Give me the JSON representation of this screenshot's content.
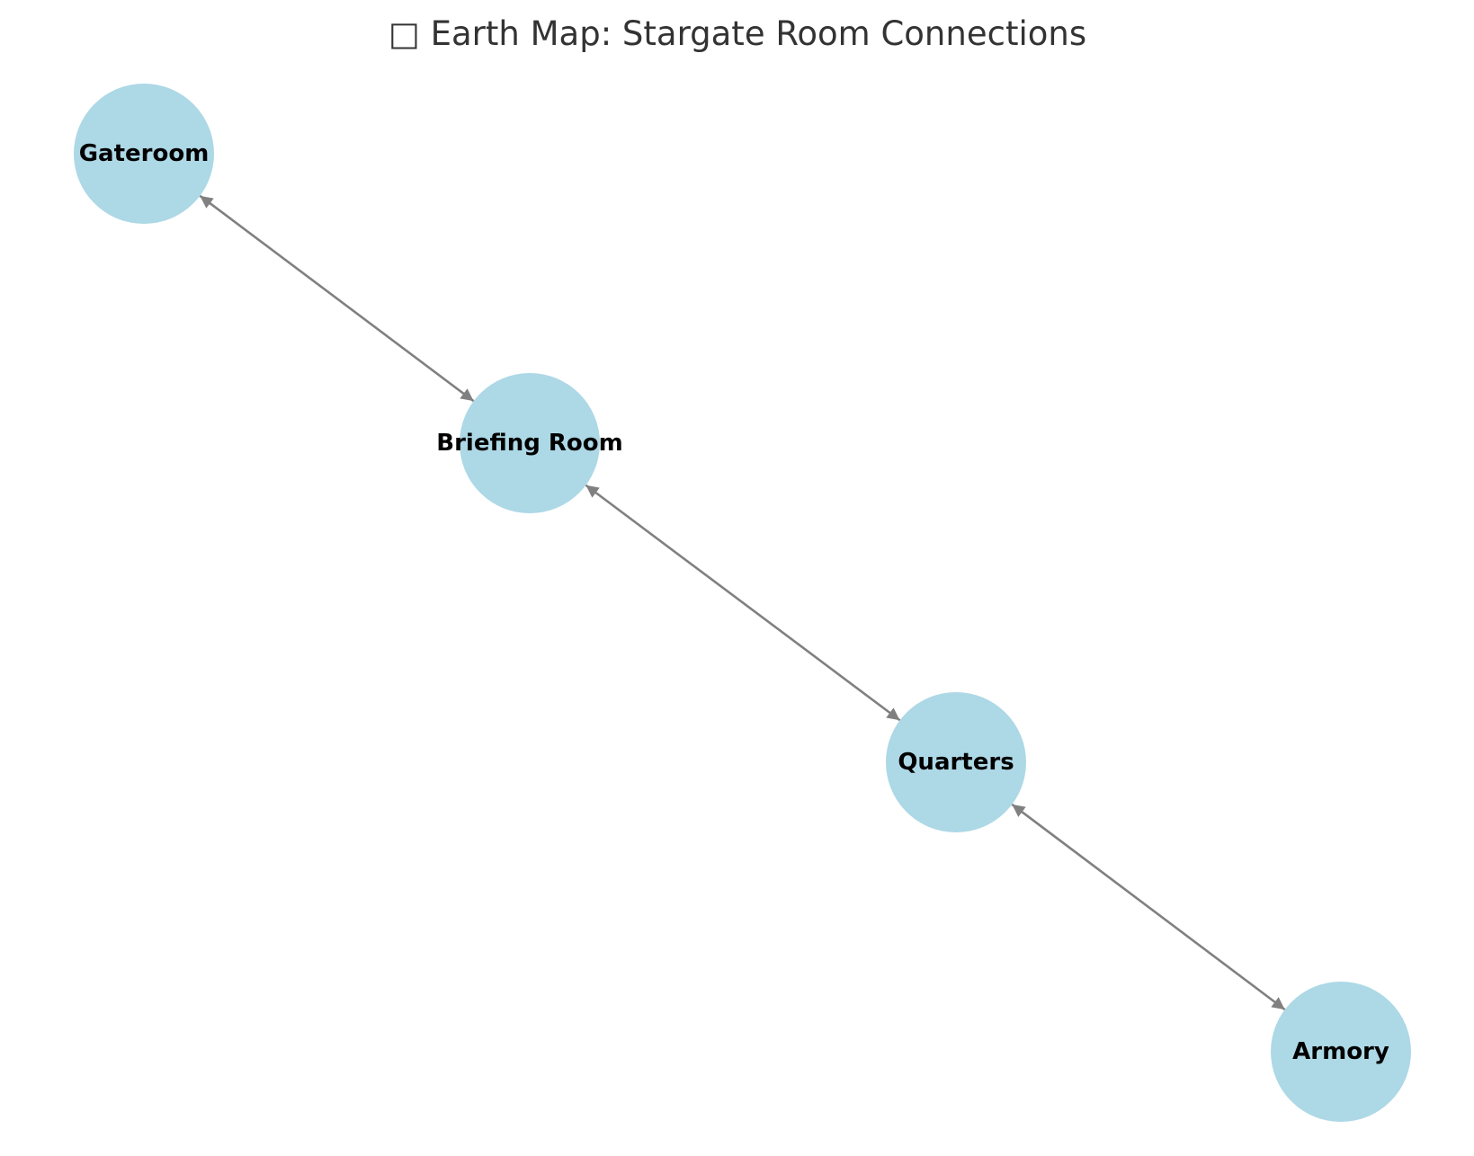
{
  "title": "□ Earth Map: Stargate Room Connections",
  "colors": {
    "node_fill": "#add8e6",
    "edge": "#808080",
    "label": "#000000",
    "title": "#333333",
    "background": "#ffffff"
  },
  "nodes": [
    {
      "id": "gateroom",
      "label": "Gateroom"
    },
    {
      "id": "briefing-room",
      "label": "Briefing Room"
    },
    {
      "id": "quarters",
      "label": "Quarters"
    },
    {
      "id": "armory",
      "label": "Armory"
    }
  ],
  "edges": [
    {
      "from": "gateroom",
      "to": "briefing-room",
      "direction": "both"
    },
    {
      "from": "briefing-room",
      "to": "quarters",
      "direction": "both"
    },
    {
      "from": "quarters",
      "to": "armory",
      "direction": "both"
    }
  ]
}
